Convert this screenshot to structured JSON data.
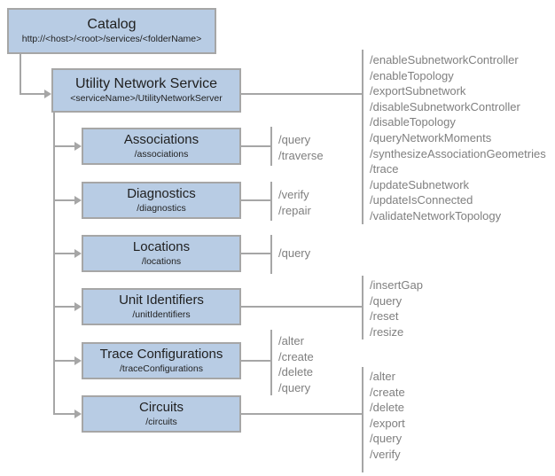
{
  "diagram": {
    "colors": {
      "box_fill": "#b8cce4",
      "box_border": "#a6a6a6",
      "connector": "#a6a6a6",
      "title_text": "#1f1f1f",
      "operation_text": "#7f7f7f",
      "background": "#ffffff"
    },
    "nodes": {
      "catalog": {
        "title": "Catalog",
        "subtitle": "http://<host>/<root>/services/<folderName>"
      },
      "utility_network_service": {
        "title": "Utility Network Service",
        "subtitle": "<serviceName>/UtilityNetworkServer",
        "ops": [
          "/enableSubnetworkController",
          "/enableTopology",
          "/exportSubnetwork",
          "/disableSubnetworkController",
          "/disableTopology",
          "/queryNetworkMoments",
          "/synthesizeAssociationGeometries",
          "/trace",
          "/updateSubnetwork",
          "/updateIsConnected",
          "/validateNetworkTopology"
        ]
      },
      "associations": {
        "title": "Associations",
        "subtitle": "/associations",
        "ops": [
          "/query",
          "/traverse"
        ]
      },
      "diagnostics": {
        "title": "Diagnostics",
        "subtitle": "/diagnostics",
        "ops": [
          "/verify",
          "/repair"
        ]
      },
      "locations": {
        "title": "Locations",
        "subtitle": "/locations",
        "ops": [
          "/query"
        ]
      },
      "unit_identifiers": {
        "title": "Unit Identifiers",
        "subtitle": "/unitIdentifiers",
        "ops": [
          "/insertGap",
          "/query",
          "/reset",
          "/resize"
        ]
      },
      "trace_configurations": {
        "title": "Trace Configurations",
        "subtitle": "/traceConfigurations",
        "ops": [
          "/alter",
          "/create",
          "/delete",
          "/query"
        ]
      },
      "circuits": {
        "title": "Circuits",
        "subtitle": "/circuits",
        "ops": [
          "/alter",
          "/create",
          "/delete",
          "/export",
          "/query",
          "/verify"
        ]
      }
    }
  }
}
